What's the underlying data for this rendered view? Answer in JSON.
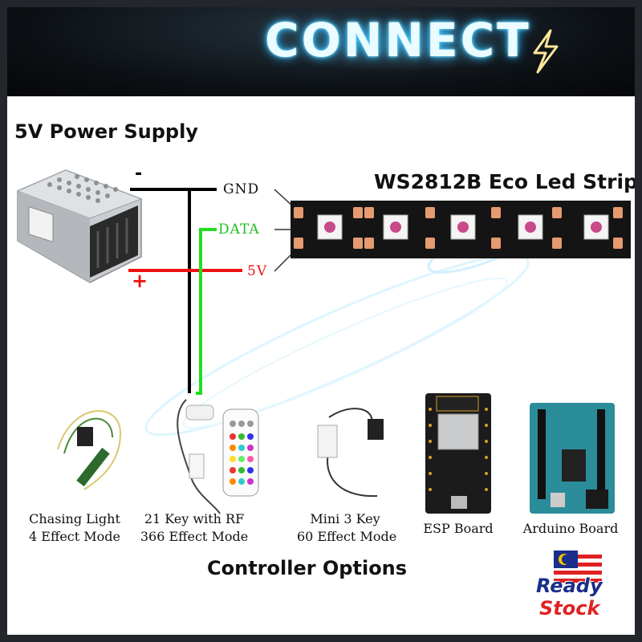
{
  "banner": {
    "title": "CONNECT"
  },
  "power_supply": {
    "title": "5V Power Supply",
    "minus": "-",
    "plus": "+"
  },
  "strip": {
    "title": "WS2812B Eco Led Strip"
  },
  "signals": {
    "gnd": "GND",
    "data": "DATA",
    "v5": "5V"
  },
  "controllers": {
    "title": "Controller Options",
    "items": [
      {
        "line1": "Chasing Light",
        "line2": "4 Effect Mode"
      },
      {
        "line1": "21 Key with RF",
        "line2": "366 Effect Mode"
      },
      {
        "line1": "Mini 3 Key",
        "line2": "60 Effect Mode"
      },
      {
        "line1": "ESP  Board",
        "line2": ""
      },
      {
        "line1": "Arduino  Board",
        "line2": ""
      }
    ]
  },
  "badge": {
    "line1": "Ready",
    "line2": "Stock"
  },
  "colors": {
    "gnd_wire": "#000000",
    "data_wire": "#22dd22",
    "v5_wire": "#ee1111",
    "strip": "#141414",
    "banner_glow": "#59d6ff"
  }
}
